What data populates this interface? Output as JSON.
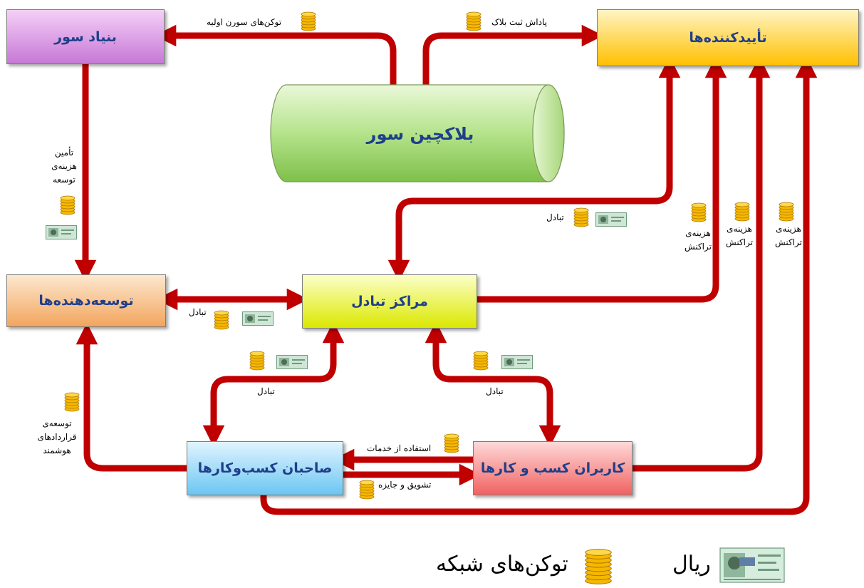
{
  "nodes": {
    "foundation": "بنیاد سور",
    "validators": "تأیید‌کننده‌ها",
    "blockchain": "بلاکچین سور",
    "developers": "توسعه‌دهنده‌ها",
    "exchanges": "مراکز تبادل",
    "business_owners": "صاحبان کسب‌وکار‌ها",
    "business_users": "کاربران کسب و کارها"
  },
  "edges": {
    "initial_tokens": "توکن‌های سورن اولیه",
    "block_reward": "پاداش ثبت بلاک",
    "dev_funding_1": "تأمین",
    "dev_funding_2": "هزینه‌ی",
    "dev_funding_3": "توسعه",
    "exchange_validators": "تبادل",
    "exchange_developers": "تبادل",
    "exchange_owners": "تبادل",
    "exchange_users": "تبادل",
    "tx_fee_1a": "هزینه‌ی",
    "tx_fee_1b": "تراکنش",
    "tx_fee_2a": "هزینه‌ی",
    "tx_fee_2b": "تراکنش",
    "tx_fee_3a": "هزینه‌ی",
    "tx_fee_3b": "تراکنش",
    "smart_contracts_1": "توسعه‌ی",
    "smart_contracts_2": "قراردادهای",
    "smart_contracts_3": "هوشمند",
    "use_services": "استفاده از خدمات",
    "incentive": "تشویق و جایزه"
  },
  "legend": {
    "tokens": "توکن‌های شبکه",
    "rial": "ریال"
  },
  "colors": {
    "arrow": "#c00000",
    "node_text": "#1f3f8a"
  }
}
